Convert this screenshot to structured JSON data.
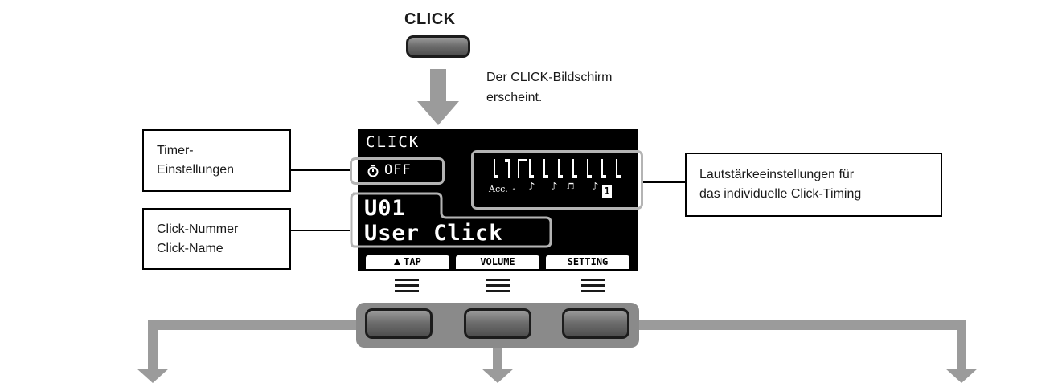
{
  "header": {
    "click_label": "CLICK"
  },
  "caption": {
    "line1": "Der CLICK-Bildschirm",
    "line2": "erscheint."
  },
  "callouts": {
    "timer": {
      "line1": "Timer-",
      "line2": "Einstellungen"
    },
    "number": {
      "line1": "Click-Nummer",
      "line2": "Click-Name"
    },
    "volume": {
      "line1": "Lautstärkeeinstellungen für",
      "line2": "das individuelle Click-Timing"
    }
  },
  "lcd": {
    "title": "CLICK",
    "timer_icon": "stopwatch-icon",
    "timer_value": "OFF",
    "click_number": "U01",
    "click_name": "User Click",
    "volume_labels": {
      "acc": "Acc.",
      "n1": "♩",
      "n2": "♪",
      "n3": "♪",
      "n4": "♬",
      "n5": "♪",
      "n6": "1"
    },
    "softkeys": {
      "tap": "TAP",
      "tap_icon": "metronome-icon",
      "volume": "VOLUME",
      "setting": "SETTING"
    }
  },
  "colors": {
    "lcd_bg": "#000000",
    "highlight": "#b4b4b4",
    "arrow": "#9b9b9b",
    "panel": "#8a8a8a"
  }
}
